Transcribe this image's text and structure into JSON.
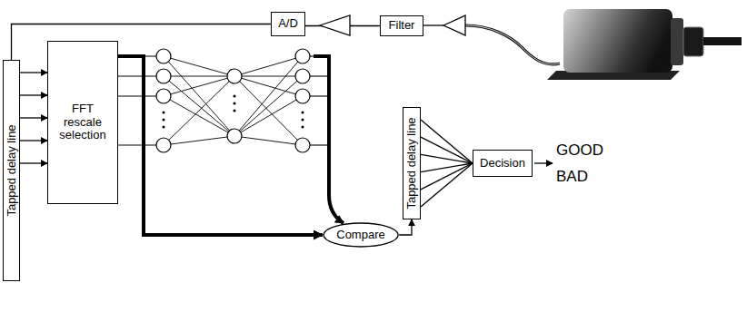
{
  "diagram": {
    "nodes": [
      {
        "text": [
          "A/D"
        ]
      },
      {
        "text": [
          "Filter"
        ]
      },
      {
        "text": [
          "Tapped delay line"
        ]
      },
      {
        "text": [
          "FFT rescale selection"
        ]
      },
      {
        "text": [
          "Compare"
        ]
      },
      {
        "text": [
          "Tapped delay line"
        ]
      },
      {
        "text": [
          "Decision"
        ]
      }
    ],
    "edges": [
      {
        "from": 1,
        "to": 0,
        "arrow": "none"
      },
      {
        "from": 0,
        "to": 2,
        "arrow": "none"
      },
      {
        "from": 2,
        "to": 3,
        "arrow": "to"
      },
      {
        "from": 2,
        "to": 3,
        "arrow": "to"
      },
      {
        "from": 2,
        "to": 3,
        "arrow": "to"
      },
      {
        "from": 2,
        "to": 3,
        "arrow": "to"
      },
      {
        "from": 2,
        "to": 3,
        "arrow": "to"
      },
      {
        "from": 3,
        "to": 4,
        "arrow": "to"
      },
      {
        "from": 4,
        "to": 5,
        "arrow": "to"
      },
      {
        "from": 5,
        "to": 6,
        "arrow": "none"
      },
      {
        "from": 5,
        "to": 6,
        "arrow": "none"
      },
      {
        "from": 5,
        "to": 6,
        "arrow": "none"
      },
      {
        "from": 5,
        "to": 6,
        "arrow": "none"
      },
      {
        "from": 5,
        "to": 6,
        "arrow": "none"
      },
      {
        "from": 5,
        "to": 6,
        "arrow": "none"
      }
    ],
    "labels": [
      "GOOD",
      "BAD"
    ]
  }
}
